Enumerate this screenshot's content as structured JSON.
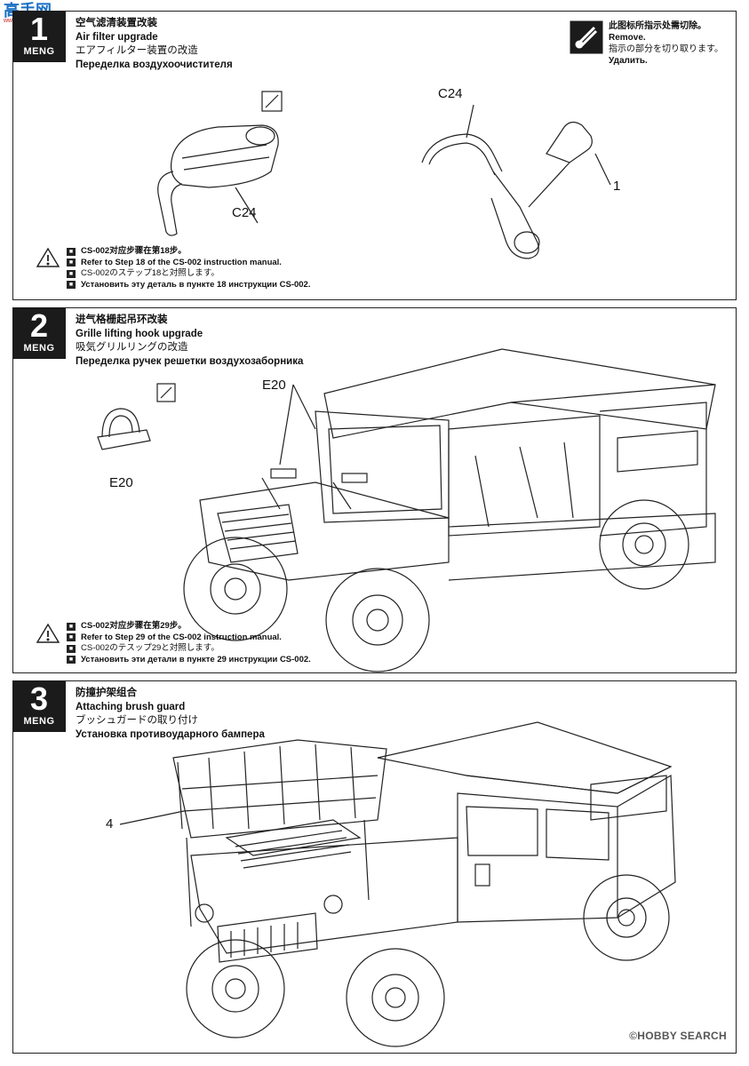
{
  "site_logo": {
    "text": "高手网",
    "sub": "www.gaoshou.net"
  },
  "remove_legend": {
    "cn": "此图标所指示处需切除。",
    "en": "Remove.",
    "jp": "指示の部分を切り取ります。",
    "ru": "Удалить."
  },
  "steps": [
    {
      "number": "1",
      "brand": "MENG",
      "title_cn": "空气滤清装置改装",
      "title_en": "Air filter upgrade",
      "title_jp": "エアフィルター装置の改造",
      "title_ru": "Переделка воздухоочистителя",
      "labels": {
        "part_a": "C24",
        "part_b": "C24",
        "callout": "1"
      },
      "note": {
        "cn": "CS-002对应步骤在第18步。",
        "en": "Refer to Step 18 of the CS-002 instruction manual.",
        "jp": "CS-002のステップ18と対照します。",
        "ru": "Установить эту деталь в пункте 18 инструкции CS-002."
      }
    },
    {
      "number": "2",
      "brand": "MENG",
      "title_cn": "进气格栅起吊环改装",
      "title_en": "Grille lifting hook upgrade",
      "title_jp": "吸気グリルリングの改造",
      "title_ru": "Переделка ручек решетки воздухозаборника",
      "labels": {
        "part_a": "E20",
        "part_b": "E20"
      },
      "note": {
        "cn": "CS-002对应步骤在第29步。",
        "en": "Refer to Step 29 of the CS-002 instruction manual.",
        "jp": "CS-002のテスップ29と対照します。",
        "ru": "Установить эти детали в пункте 29 инструкции CS-002."
      }
    },
    {
      "number": "3",
      "brand": "MENG",
      "title_cn": "防撞护架组合",
      "title_en": "Attaching brush guard",
      "title_jp": "ブッシュガードの取り付け",
      "title_ru": "Установка противоударного бампера",
      "labels": {
        "callout": "4"
      }
    }
  ],
  "footer_watermark": "©HOBBY SEARCH"
}
